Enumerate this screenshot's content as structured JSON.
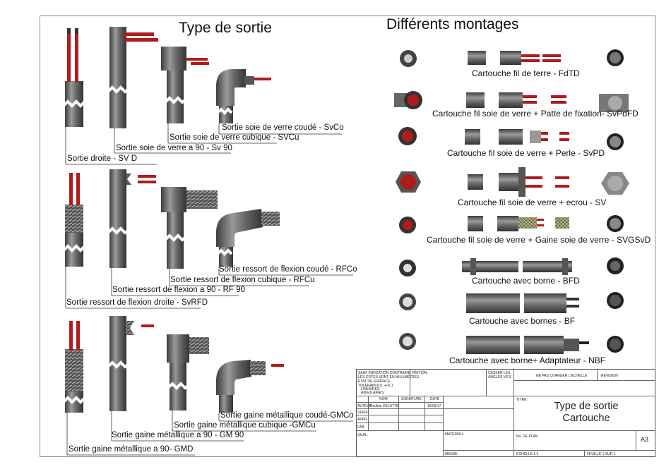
{
  "titles": {
    "left": "Type de sortie",
    "right": "Différents montages"
  },
  "sortie_labels": {
    "row1": [
      "Sortie droite - SV D",
      "Sortie soie de verre a 90 - Sv 90",
      "Sortie soie de verre cubique - SVCu",
      "Sortie soie de verre coudé - SvCo"
    ],
    "row2": [
      "Sortie ressort de flexion droite - SvRFD",
      "Sortie ressort de flexion a 90 - RF 90",
      "Sortie ressort de flexion cubique - RFCu",
      "Sortie ressort de flexion coudé - RFCo"
    ],
    "row3": [
      "Sortie gaine métallique a 90- GMD",
      "Sortie gaine métallique a 90 - GM 90",
      "Sortie gaine métallique cubique -GMCu",
      "Sortie gaine métallique coudé-GMCo"
    ]
  },
  "montages": [
    "Cartouche fil de terre - FdTD",
    "Cartouche fil soie de verre + Patte de fixation- SvPdFD",
    "Cartouche fil soie de verre + Perle - SvPD",
    "Cartouche fil soie de verre + ecrou - SV",
    "Cartouche fil soie de verre + Gaine soie de verre - SVGSvD",
    "Cartouche avec borne - BFD",
    "Cartouche avec bornes - BF",
    "Cartouche avec borne+ Adaptateur - NBF"
  ],
  "title_block": {
    "tolerances": [
      "SAUF INDICATION CONTRAIRE:",
      "LES COTES SONT EN MILLIMETRES",
      "ETAT DE SURFACE:",
      "TOLERANCES: +/-0.1",
      "LINEAIRES:",
      "ANGULAIRES:"
    ],
    "finition": "FINITION:",
    "casser": [
      "CASSER LES",
      "ANGLES VIFS"
    ],
    "ne_pas": "NE PAS CHANGER L'ECHELLE",
    "revision": "REVISION",
    "col_nom": "NOM",
    "col_signature": "SIGNATURE",
    "col_date": "DATE",
    "titre_label": "TITRE:",
    "rows": [
      "AUTEUR",
      "VERIF.",
      "APPR.",
      "FAB.",
      "QUAL."
    ],
    "auteur_name": "Pauline DELATTE",
    "auteur_date": "16/06/17",
    "materiau": "MATERIAU:",
    "no_plan": "No. DE PLAN",
    "format": "A3",
    "masse": "MASSE:",
    "echelle": "ECHELLE:1:2",
    "feuille": "FEUILLE 1 SUR 1",
    "titre_line1": "Type de sortie",
    "titre_line2": "Cartouche"
  },
  "colors": {
    "body": "#5a5a5a",
    "body_light": "#8a8a8a",
    "wire_red": "#b01c1c",
    "frame": "#888888"
  }
}
